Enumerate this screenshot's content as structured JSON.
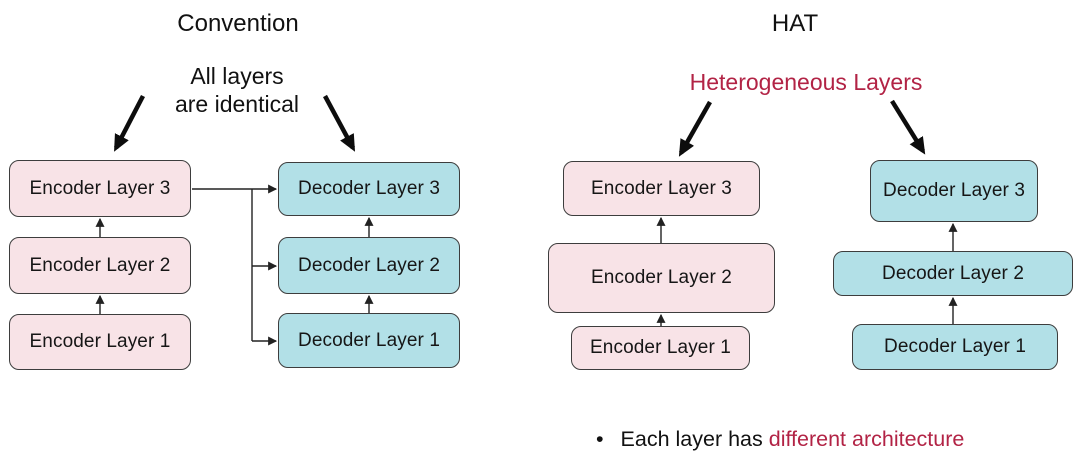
{
  "colors": {
    "encoder_fill": "#f8e3e7",
    "decoder_fill": "#b2e0e7",
    "highlight_red": "#b22345",
    "box_border": "#3d3d3d"
  },
  "convention": {
    "title": "Convention",
    "annotation_lines": [
      "All layers",
      "are identical"
    ],
    "encoder_layers": [
      "Encoder Layer 1",
      "Encoder Layer 2",
      "Encoder Layer 3"
    ],
    "decoder_layers": [
      "Decoder Layer 1",
      "Decoder Layer 2",
      "Decoder Layer 3"
    ]
  },
  "hat": {
    "title": "HAT",
    "annotation": "Heterogeneous Layers",
    "encoder_layers": [
      "Encoder Layer 1",
      "Encoder Layer 2",
      "Encoder Layer 3"
    ],
    "decoder_layers": [
      "Decoder Layer 1",
      "Decoder Layer 2",
      "Decoder Layer 3"
    ],
    "bullet_marker": "•",
    "bullet_prefix": "Each layer has ",
    "bullet_highlight": "different architecture"
  }
}
